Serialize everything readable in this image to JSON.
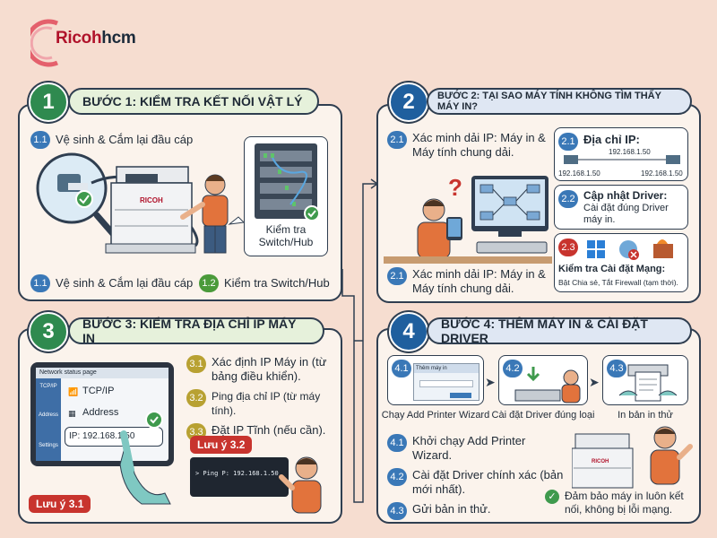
{
  "brand": {
    "part1": "Ricoh",
    "part2": "hcm"
  },
  "step1": {
    "number": "1",
    "title": "BƯỚC 1: KIỂM TRA KẾT NỐI VẬT LÝ",
    "sub_top": {
      "num": "1.1",
      "text": "Vệ sinh & Cắm lại đầu cáp"
    },
    "switch_label": "Kiểm tra\nSwitch/Hub",
    "bottom_left": {
      "num": "1.1",
      "text": "Vệ sinh & Cắm lại đầu cáp"
    },
    "bottom_right": {
      "num": "1.2",
      "text": "Kiểm tra Switch/Hub"
    },
    "printer_brand": "RICOH"
  },
  "step2": {
    "number": "2",
    "title": "BƯỚC 2: TẠI SAO MÁY TÍNH KHÔNG TÌM THẤY MÁY IN?",
    "top_left": {
      "num": "2.1",
      "text": "Xác minh dải IP: Máy in & Máy tính chung dải."
    },
    "bottom_left": {
      "num": "2.1",
      "text": "Xác minh dải IP: Máy in & Máy tính chung dải."
    },
    "ip_box": {
      "num": "2.1",
      "title": "Địa chỉ IP:",
      "ip_center": "192.168.1.50",
      "ip_left": "192.168.1.50",
      "ip_right": "192.168.1.50"
    },
    "driver_box": {
      "num": "2.2",
      "title": "Cập nhật Driver:",
      "text": "Cài đặt đúng Driver máy in."
    },
    "net_box": {
      "num": "2.3",
      "title": "Kiểm tra Cài đặt Mạng:",
      "text": "Bật Chia sẻ, Tắt Firewall (tạm thời)."
    }
  },
  "step3": {
    "number": "3",
    "title": "BƯỚC 3: KIỂM TRA ĐỊA CHỈ IP MÁY IN",
    "screen": {
      "header": "Network status page",
      "tab1": "TCP/IP",
      "tab2": "Address",
      "tab3": "Settings",
      "row1": "TCP/IP",
      "row2": "Address",
      "ip": "IP: 192.168.1.50"
    },
    "items": [
      {
        "num": "3.1",
        "text": "Xác định IP Máy in (từ bảng điều khiển)."
      },
      {
        "num": "3.2",
        "text": "Ping địa chỉ IP (từ máy tính)."
      },
      {
        "num": "3.3",
        "text": "Đặt IP Tĩnh (nếu cần)."
      }
    ],
    "note32": "Lưu ý 3.2",
    "note31": "Lưu ý 3.1",
    "terminal": "> Ping P: 192.168.1.50"
  },
  "step4": {
    "number": "4",
    "title": "BƯỚC 4: THÊM MÁY IN & CÀI ĐẶT DRIVER",
    "cards": [
      {
        "num": "4.1",
        "caption": "Chạy Add Printer Wizard",
        "window_title": "Thêm máy in"
      },
      {
        "num": "4.2",
        "caption": "Cài đặt Driver đúng loại"
      },
      {
        "num": "4.3",
        "caption": "In bản in thử"
      }
    ],
    "items": [
      {
        "num": "4.1",
        "text": "Khởi chạy Add Printer Wizard."
      },
      {
        "num": "4.2",
        "text": "Cài đặt Driver chính xác (bản mới nhất)."
      },
      {
        "num": "4.3",
        "text": "Gửi bản in thử."
      }
    ],
    "final": "Đảm bảo máy in luôn kết nối, không bị lỗi mạng.",
    "printer_brand": "RICOH"
  },
  "colors": {
    "bg": "#f6ddd0",
    "green": "#2f8a4f",
    "blue": "#1f5f9e",
    "red": "#c8342e"
  }
}
